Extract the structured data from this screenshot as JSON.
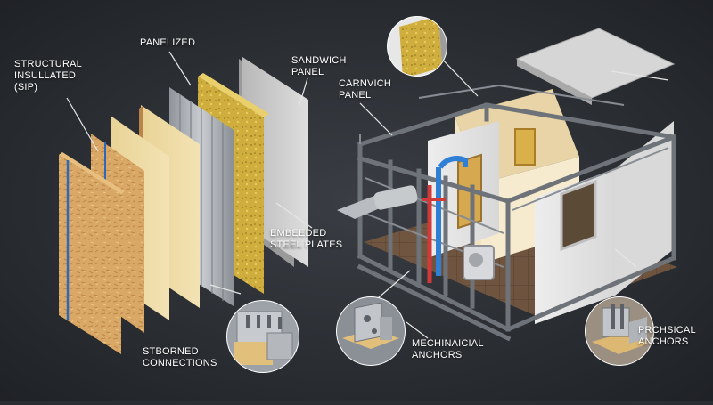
{
  "labels": {
    "structural_insulated": "STRUCTURAL\nINSULLATED\n(SIP)",
    "panelized": "PANELIZED",
    "sandwich_panel": "SANDWICH\nPANEL",
    "carnvich_panel": "CARNVICH\nPANEL",
    "embedded_steel_plates": "EMBEEDED\nSTEEL PLATES",
    "stborned_connections": "STBORNED\nCONNECTIONS",
    "mechinaicial_anchors": "MECHINAICIAL\nANCHORS",
    "prchsical_anchors": "PRCHSICAL\nANCHORS"
  },
  "colors": {
    "background": "#2a2d31",
    "osb": "#d9a866",
    "foam": "#ecd9a0",
    "metal": "#a9adb2",
    "cement_board": "#cfcfcf",
    "frame_steel": "#6e737a",
    "pipe_blue": "#2f7fd6",
    "pipe_red": "#d23a3a"
  }
}
